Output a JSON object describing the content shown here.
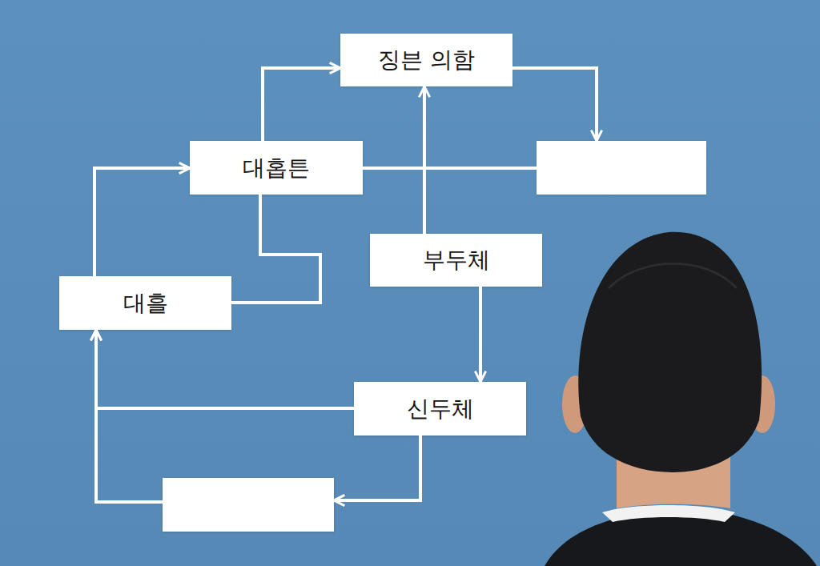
{
  "diagram": {
    "nodes": [
      {
        "text": [
          "징븐 의함"
        ]
      },
      {
        "text": [
          "대홉튼"
        ]
      },
      {
        "text": []
      },
      {
        "text": [
          "부두체"
        ]
      },
      {
        "text": [
          "대흘"
        ]
      },
      {
        "text": [
          "신두체"
        ]
      },
      {
        "text": []
      }
    ],
    "edges": [
      {
        "from": 1,
        "to": 0,
        "arrow": "to"
      },
      {
        "from": 0,
        "to": 2,
        "arrow": "to"
      },
      {
        "from": 1,
        "to": 2,
        "arrow": "none"
      },
      {
        "from": 3,
        "to": 0,
        "arrow": "to"
      },
      {
        "from": 4,
        "to": 1,
        "arrow": "none"
      },
      {
        "from": 4,
        "to": 1,
        "arrow": "to"
      },
      {
        "from": 3,
        "to": 5,
        "arrow": "to"
      },
      {
        "from": 5,
        "to": 4,
        "arrow": "to"
      },
      {
        "from": 5,
        "to": 6,
        "arrow": "to"
      },
      {
        "from": 6,
        "to": 4,
        "arrow": "to"
      }
    ]
  }
}
